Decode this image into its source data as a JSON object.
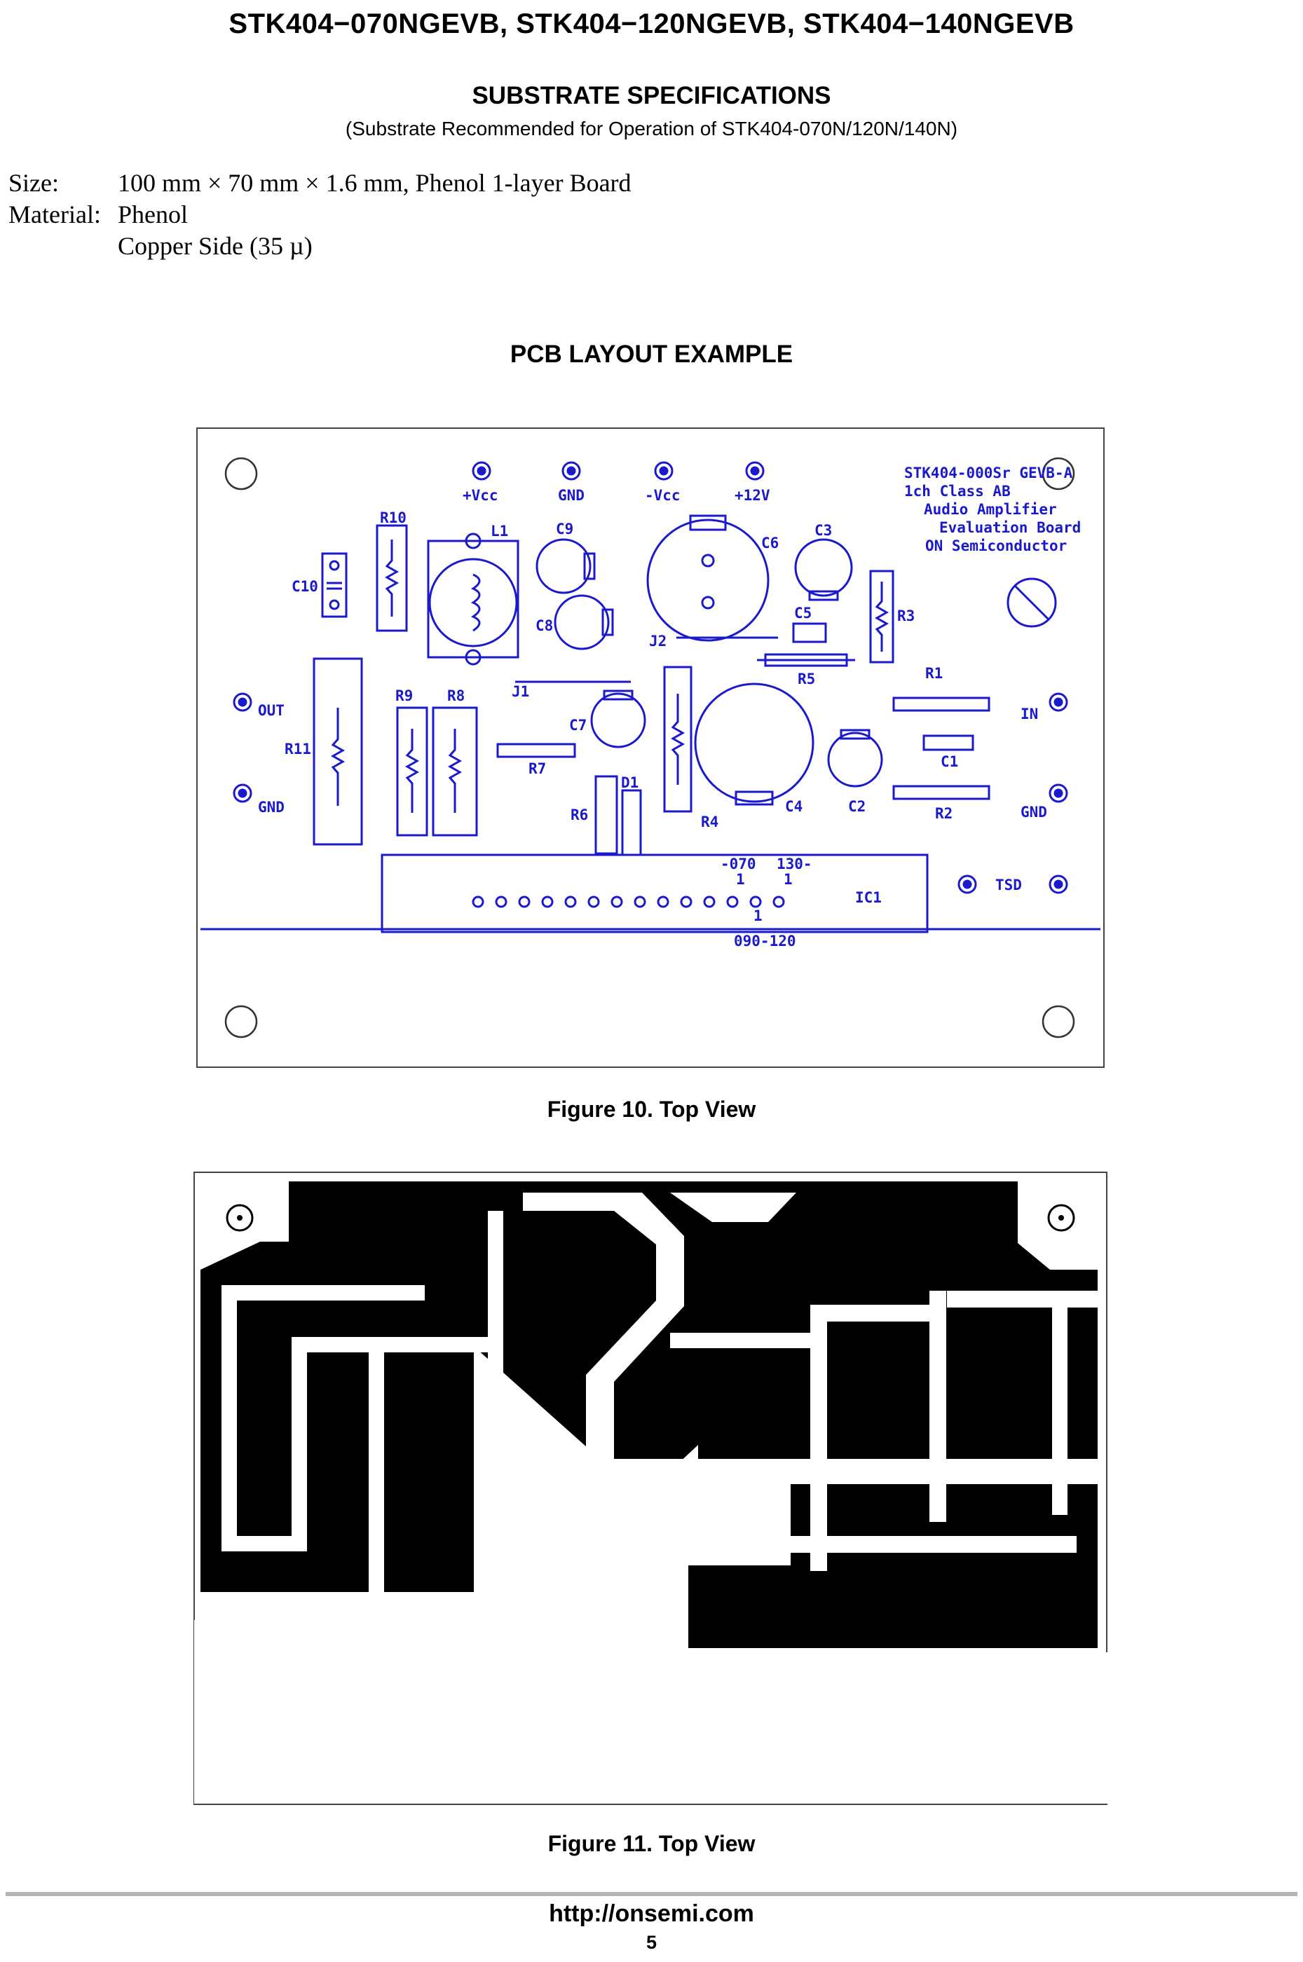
{
  "header": {
    "title": "STK404−070NGEVB, STK404−120NGEVB, STK404−140NGEVB"
  },
  "substrate": {
    "heading": "SUBSTRATE SPECIFICATIONS",
    "subheading": "(Substrate Recommended for Operation of STK404-070N/120N/140N)",
    "size_label": "Size:",
    "size_value": "100 mm × 70 mm × 1.6 mm, Phenol 1-layer Board",
    "material_label": "Material:",
    "material_value": "Phenol",
    "copper_value": "Copper Side (35 µ)"
  },
  "pcb": {
    "heading": "PCB LAYOUT EXAMPLE",
    "silkscreen": {
      "board_lines": [
        "STK404-000Sr GEVB-A",
        "1ch Class AB",
        "Audio Amplifier",
        "Evaluation Board",
        "ON Semiconductor"
      ],
      "terminals": {
        "vcc": "+Vcc",
        "gnd_top": "GND",
        "minus_vcc": "-Vcc",
        "v12": "+12V",
        "out": "OUT",
        "gnd_left": "GND",
        "in": "IN",
        "gnd_right": "GND",
        "tsd": "TSD"
      },
      "components": {
        "r10": "R10",
        "l1": "L1",
        "c9": "C9",
        "c6": "C6",
        "c3": "C3",
        "c10": "C10",
        "c8": "C8",
        "c5": "C5",
        "r3": "R3",
        "j2": "J2",
        "r5": "R5",
        "r1": "R1",
        "r9": "R9",
        "r8": "R8",
        "j1": "J1",
        "c7": "C7",
        "r11": "R11",
        "r7": "R7",
        "c1": "C1",
        "r6": "R6",
        "d1": "D1",
        "r4": "R4",
        "c4": "C4",
        "c2": "C2",
        "r2": "R2",
        "ic1": "IC1"
      },
      "ic_variants": {
        "v070": "-070",
        "v070_pin": "1",
        "v130": "130-",
        "v130_pin": "1",
        "v090_pin": "1",
        "v090": "090-120"
      }
    }
  },
  "figures": {
    "fig10": "Figure 10. Top View",
    "fig11": "Figure 11. Top View"
  },
  "footer": {
    "url": "http://onsemi.com",
    "page": "5"
  },
  "colors": {
    "silkscreen": "#1a1acc",
    "copper": "#000000"
  }
}
